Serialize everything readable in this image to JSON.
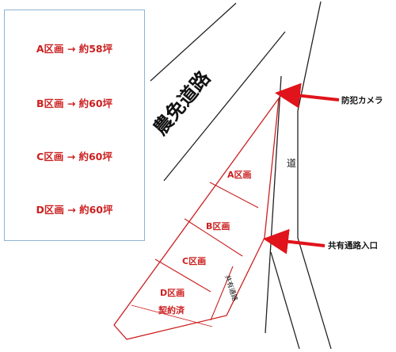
{
  "legend": {
    "items": [
      {
        "text": "A区画 → 約58坪"
      },
      {
        "text": "B区画 → 約60坪"
      },
      {
        "text": "C区画 → 約60坪"
      },
      {
        "text": "D区画 → 約60坪"
      }
    ]
  },
  "map": {
    "farm_road_label": "農免道路",
    "side_road_label": "道",
    "shared_path_label": "共有通路",
    "lots": [
      {
        "name": "A区画"
      },
      {
        "name": "B区画"
      },
      {
        "name": "C区画"
      },
      {
        "name": "D区画",
        "status": "契約済"
      }
    ],
    "callouts": {
      "camera": "防犯カメラ",
      "entrance": "共有通路入口"
    }
  },
  "colors": {
    "accent_red": "#cc1f1f",
    "road_line": "#222222",
    "legend_border": "#8fb3d4"
  }
}
